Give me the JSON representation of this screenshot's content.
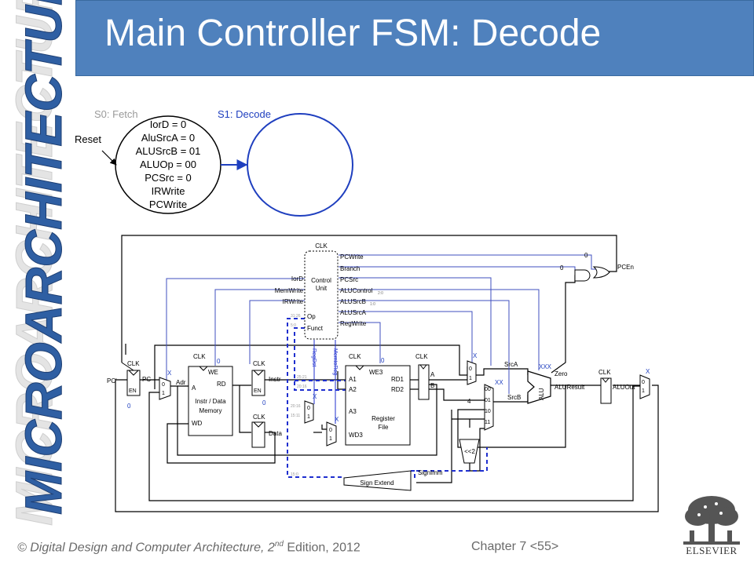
{
  "slide": {
    "title": "Main Controller FSM: Decode",
    "side_brand": "MICROARCHITECTURE",
    "footer_book": "Digital Design and Computer Architecture, 2",
    "footer_book_sup": "nd",
    "footer_edition": " Edition, 2012",
    "footer_copyright": "©",
    "footer_chapter": "Chapter 7 <55>",
    "publisher": "ELSEVIER"
  },
  "fsm": {
    "fetch_label": "S0: Fetch",
    "decode_label": "S1: Decode",
    "reset_label": "Reset",
    "fetch_lines": [
      "IorD = 0",
      "AluSrcA = 0",
      "ALUSrcB = 01",
      "ALUOp = 00",
      "PCSrc = 0",
      "IRWrite",
      "PCWrite"
    ]
  },
  "datapath": {
    "control_unit": [
      "CLK",
      "Control",
      "Unit"
    ],
    "control_outputs": [
      "PCWrite",
      "Branch",
      "PCSrc",
      "ALUControl",
      "ALUSrcB",
      "ALUSrcA",
      "RegWrite"
    ],
    "control_inputs": [
      "Op",
      "Funct"
    ],
    "control_sub1": "2:0",
    "control_sub2": "1:0",
    "left_signals": [
      "IorD",
      "MemWrite",
      "IRWrite"
    ],
    "vertical_signals": [
      "RegDst",
      "MemtoReg"
    ],
    "pcen": "PCEn",
    "clk": "CLK",
    "pc_prime": "PC'",
    "pc": "PC",
    "en": "EN",
    "adr": "Adr",
    "memory": [
      "WE",
      "RD",
      "A",
      "Instr / Data",
      "Memory",
      "WD"
    ],
    "instr": "Instr",
    "data": "Data",
    "regfile": [
      "WE3",
      "A1",
      "A2",
      "A3",
      "RD1",
      "RD2",
      "Register",
      "File",
      "WD3"
    ],
    "reg_a": "A",
    "reg_b": "B",
    "srca": "SrcA",
    "srcb": "SrcB",
    "alu": "ALU",
    "zero": "Zero",
    "aluresult": "ALUResult",
    "aluout": "ALUOut",
    "four": "4",
    "shift": "<<2",
    "signimm": "SignImm",
    "sign_extend": "Sign Extend",
    "mux_in": [
      "0",
      "1",
      "00",
      "01",
      "10",
      "11"
    ],
    "dont_care": [
      "X",
      "XX",
      "XXX"
    ],
    "values": [
      "0",
      "0",
      "0",
      "0",
      "0",
      "0"
    ],
    "bit_fields": [
      "31:26",
      "5:0",
      "25:21",
      "20:16",
      "20:16",
      "15:11",
      "15:0"
    ]
  },
  "colors": {
    "title_bar": "#4f81bd",
    "fsm_blue": "#1f3fbf",
    "wire_blue": "#3f4fbf",
    "dashed_blue": "#1f2fcf"
  }
}
